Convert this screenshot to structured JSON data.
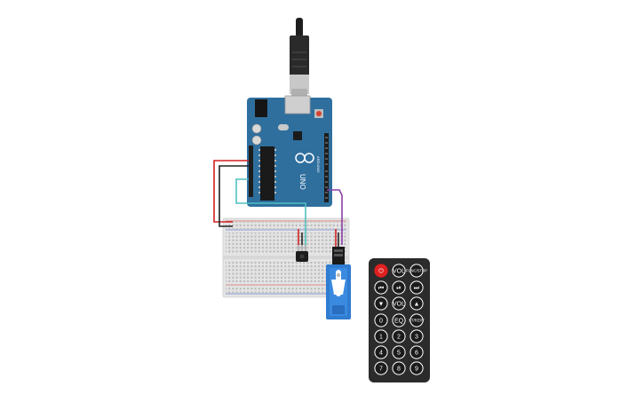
{
  "arduino": {
    "model_label": "UNO",
    "brand_label": "ARDUINO"
  },
  "remote": {
    "buttons": [
      {
        "name": "power-button",
        "label": "⏻"
      },
      {
        "name": "vol-up-button",
        "label": "VOL"
      },
      {
        "name": "func-stop-button",
        "label": "FUNC/STOP"
      },
      {
        "name": "rewind-button",
        "label": "⏮"
      },
      {
        "name": "play-pause-button",
        "label": "⏯"
      },
      {
        "name": "fast-forward-button",
        "label": "⏭"
      },
      {
        "name": "down-button",
        "label": "▼"
      },
      {
        "name": "vol-down-button",
        "label": "VOL"
      },
      {
        "name": "up-button",
        "label": "▲"
      },
      {
        "name": "digit-0-button",
        "label": "0"
      },
      {
        "name": "eq-button",
        "label": "EQ"
      },
      {
        "name": "st-rept-button",
        "label": "ST/REPT"
      },
      {
        "name": "digit-1-button",
        "label": "1"
      },
      {
        "name": "digit-2-button",
        "label": "2"
      },
      {
        "name": "digit-3-button",
        "label": "3"
      },
      {
        "name": "digit-4-button",
        "label": "4"
      },
      {
        "name": "digit-5-button",
        "label": "5"
      },
      {
        "name": "digit-6-button",
        "label": "6"
      },
      {
        "name": "digit-7-button",
        "label": "7"
      },
      {
        "name": "digit-8-button",
        "label": "8"
      },
      {
        "name": "digit-9-button",
        "label": "9"
      }
    ]
  },
  "colors": {
    "board": "#2f6f9e",
    "wire_red": "#d22020",
    "wire_black": "#222222",
    "wire_teal": "#4fc0c0",
    "wire_purple": "#8a3fa6",
    "remote_body": "#2b2b2b",
    "power_red": "#e02020",
    "servo_blue": "#2f7cd0"
  }
}
